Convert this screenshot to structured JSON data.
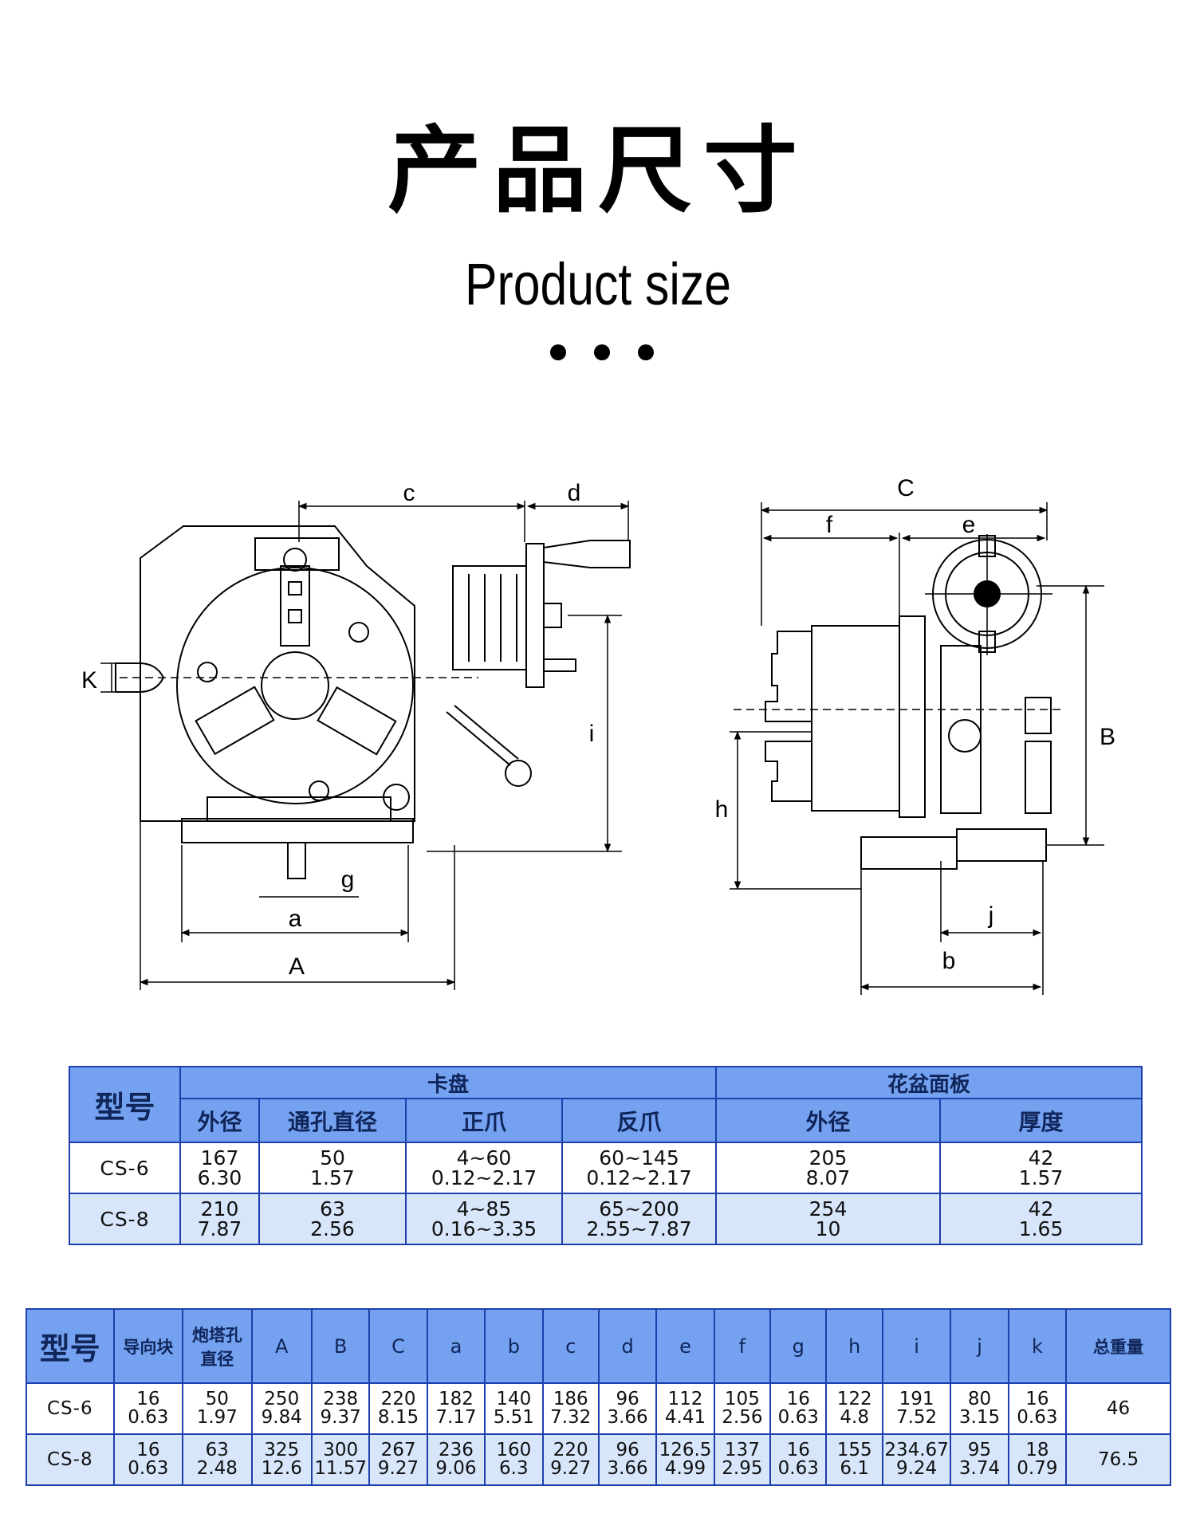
{
  "header": {
    "title_cn": "产品尺寸",
    "title_en": "Product size"
  },
  "drawing": {
    "labels": {
      "c": "c",
      "d": "d",
      "K": "K",
      "i": "i",
      "g": "g",
      "a": "a",
      "A": "A",
      "C": "C",
      "f": "f",
      "e": "e",
      "B": "B",
      "h": "h",
      "j": "j",
      "b": "b"
    }
  },
  "table1": {
    "model_header": "型号",
    "group_chuck": "卡盘",
    "group_faceplate": "花盆面板",
    "sub_headers": [
      "外径",
      "通孔直径",
      "正爪",
      "反爪",
      "外径",
      "厚度"
    ],
    "rows": [
      {
        "model": "CS-6",
        "cells": [
          [
            "167",
            "6.30"
          ],
          [
            "50",
            "1.57"
          ],
          [
            "4~60",
            "0.12~2.17"
          ],
          [
            "60~145",
            "0.12~2.17"
          ],
          [
            "205",
            "8.07"
          ],
          [
            "42",
            "1.57"
          ]
        ]
      },
      {
        "model": "CS-8",
        "cells": [
          [
            "210",
            "7.87"
          ],
          [
            "63",
            "2.56"
          ],
          [
            "4~85",
            "0.16~3.35"
          ],
          [
            "65~200",
            "2.55~7.87"
          ],
          [
            "254",
            "10"
          ],
          [
            "42",
            "1.65"
          ]
        ]
      }
    ]
  },
  "table2": {
    "model_header": "型号",
    "guide_header": "导向块",
    "turret_header_1": "炮塔孔",
    "turret_header_2": "直径",
    "dim_headers": [
      "A",
      "B",
      "C",
      "a",
      "b",
      "c",
      "d",
      "e",
      "f",
      "g",
      "h",
      "i",
      "j",
      "k"
    ],
    "weight_header": "总重量",
    "rows": [
      {
        "model": "CS-6",
        "cells": [
          [
            "16",
            "0.63"
          ],
          [
            "50",
            "1.97"
          ],
          [
            "250",
            "9.84"
          ],
          [
            "238",
            "9.37"
          ],
          [
            "220",
            "8.15"
          ],
          [
            "182",
            "7.17"
          ],
          [
            "140",
            "5.51"
          ],
          [
            "186",
            "7.32"
          ],
          [
            "96",
            "3.66"
          ],
          [
            "112",
            "4.41"
          ],
          [
            "105",
            "2.56"
          ],
          [
            "16",
            "0.63"
          ],
          [
            "122",
            "4.8"
          ],
          [
            "191",
            "7.52"
          ],
          [
            "80",
            "3.15"
          ],
          [
            "16",
            "0.63"
          ]
        ],
        "weight": "46"
      },
      {
        "model": "CS-8",
        "cells": [
          [
            "16",
            "0.63"
          ],
          [
            "63",
            "2.48"
          ],
          [
            "325",
            "12.6"
          ],
          [
            "300",
            "11.57"
          ],
          [
            "267",
            "9.27"
          ],
          [
            "236",
            "9.06"
          ],
          [
            "160",
            "6.3"
          ],
          [
            "220",
            "9.27"
          ],
          [
            "96",
            "3.66"
          ],
          [
            "126.5",
            "4.99"
          ],
          [
            "137",
            "2.95"
          ],
          [
            "16",
            "0.63"
          ],
          [
            "155",
            "6.1"
          ],
          [
            "234.67",
            "9.24"
          ],
          [
            "95",
            "3.74"
          ],
          [
            "18",
            "0.79"
          ]
        ],
        "weight": "76.5"
      }
    ]
  },
  "colors": {
    "header_blue": "#74a2f0",
    "border_blue": "#1f3fae",
    "row_light": "#d8e6fb"
  }
}
